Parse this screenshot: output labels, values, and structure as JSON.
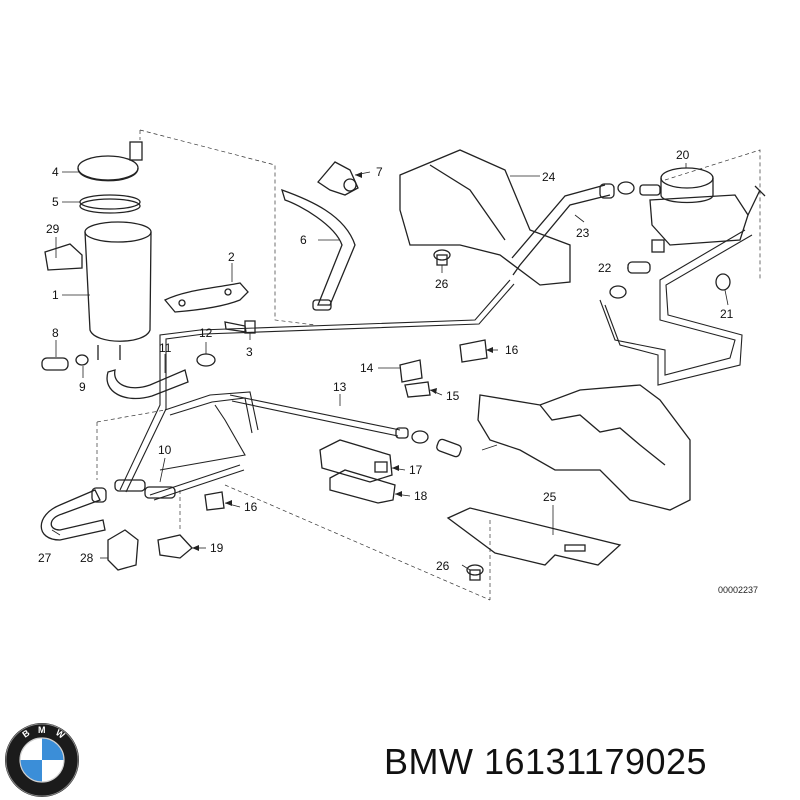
{
  "diagram": {
    "drawing_code": "00002237",
    "callouts": [
      "1",
      "2",
      "3",
      "4",
      "5",
      "6",
      "7",
      "8",
      "9",
      "10",
      "11",
      "12",
      "13",
      "14",
      "15",
      "16",
      "16",
      "17",
      "18",
      "19",
      "20",
      "21",
      "22",
      "23",
      "24",
      "25",
      "26",
      "26",
      "27",
      "28",
      "29"
    ]
  },
  "brand": {
    "logo_letters": "BMW"
  },
  "caption": {
    "text": "BMW 16131179025"
  },
  "colors": {
    "line": "#222222",
    "background": "#ffffff",
    "logo_blue": "#3b8ed8",
    "logo_ring": "#1b1b1b"
  }
}
